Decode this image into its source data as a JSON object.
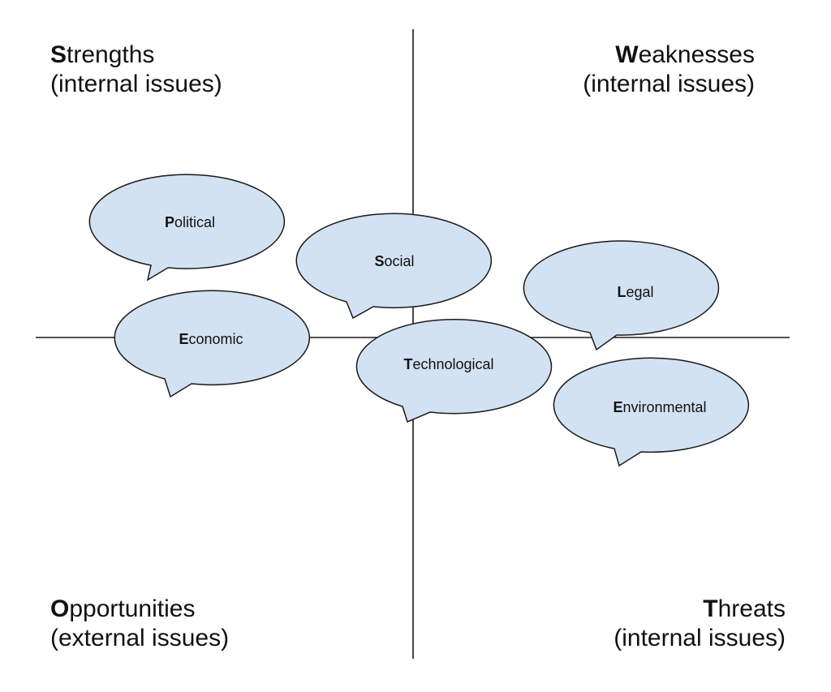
{
  "quadrants": {
    "strengths": {
      "initial": "S",
      "rest": "trengths",
      "sub": "(internal issues)"
    },
    "weaknesses": {
      "initial": "W",
      "rest": "eaknesses",
      "sub": "(internal issues)"
    },
    "opportunities": {
      "initial": "O",
      "rest": "pportunities",
      "sub": "(external issues)"
    },
    "threats": {
      "initial": "T",
      "rest": "hreats",
      "sub": "(internal issues)"
    }
  },
  "bubbles": {
    "political": {
      "initial": "P",
      "rest": "olitical"
    },
    "social": {
      "initial": "S",
      "rest": "ocial"
    },
    "economic": {
      "initial": "E",
      "rest": "conomic"
    },
    "technological": {
      "initial": "T",
      "rest": "echnological"
    },
    "legal": {
      "initial": "L",
      "rest": "egal"
    },
    "environmental": {
      "initial": "E",
      "rest": "nvironmental"
    }
  },
  "colors": {
    "bubble_fill": "#d3e2f2",
    "bubble_stroke": "#1a1a1a",
    "axis": "#1a1a1a",
    "text": "#111111"
  }
}
